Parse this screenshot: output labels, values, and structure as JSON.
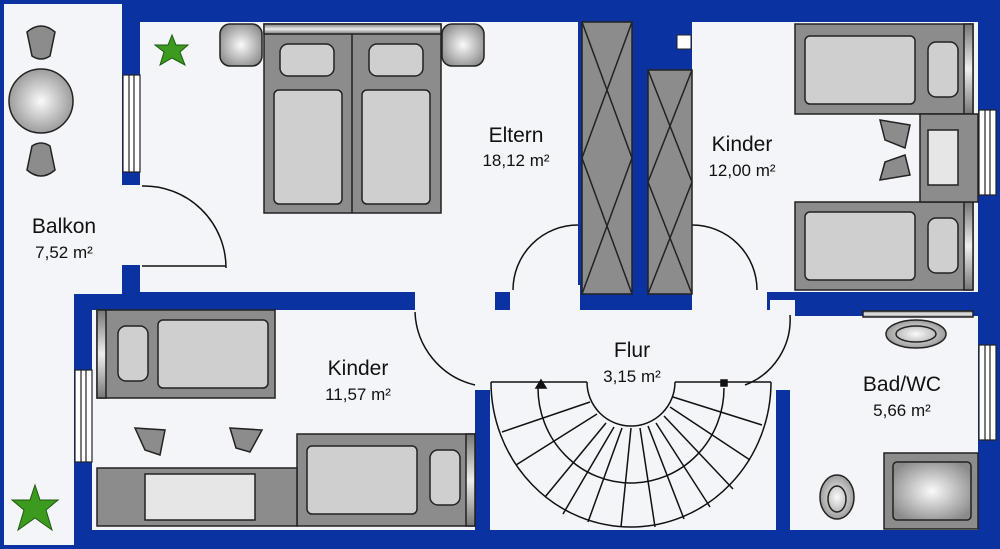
{
  "colors": {
    "wall": "#0a32a0",
    "floor": "#f4f5f9",
    "furniture": "#8c8c8c",
    "furniture_light": "#cfcfcf"
  },
  "rooms": [
    {
      "name": "Balkon",
      "area": "7,52 m²"
    },
    {
      "name": "Eltern",
      "area": "18,12 m²"
    },
    {
      "name": "Kinder",
      "area": "12,00 m²"
    },
    {
      "name": "Kinder",
      "area": "11,57 m²"
    },
    {
      "name": "Flur",
      "area": "3,15 m²"
    },
    {
      "name": "Bad/WC",
      "area": "5,66 m²"
    }
  ]
}
